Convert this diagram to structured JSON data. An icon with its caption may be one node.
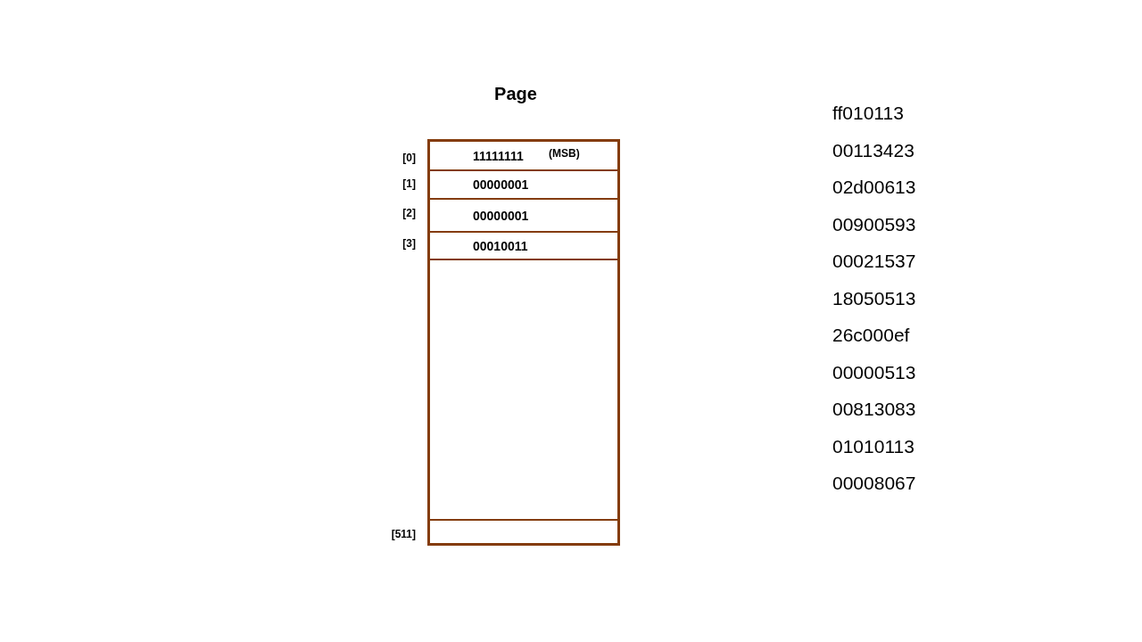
{
  "diagram": {
    "nodes": [
      {
        "text": [
          "Page"
        ]
      },
      {
        "text": [
          "11111111",
          "(MSB)"
        ],
        "in": 0,
        "beside": [
          "[0]"
        ]
      },
      {
        "text": [
          "00000001"
        ],
        "in": 0,
        "beside": [
          "[1]"
        ]
      },
      {
        "text": [
          "00000001"
        ],
        "in": 0,
        "beside": [
          "[2]"
        ]
      },
      {
        "text": [
          "00010011"
        ],
        "in": 0,
        "beside": [
          "[3]"
        ]
      },
      {
        "text": [],
        "shape": "box",
        "in": 0,
        "beside": [
          "[511]"
        ]
      }
    ],
    "labels": [
      "ff010113",
      "00113423",
      "02d00613",
      "00900593",
      "00021537",
      "18050513",
      "26c000ef",
      "00000513",
      "00813083",
      "01010113",
      "00008067"
    ]
  }
}
